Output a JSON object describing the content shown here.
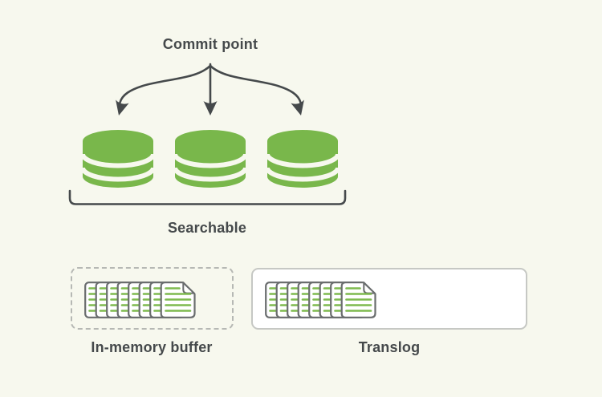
{
  "diagram": {
    "title": "Commit point and searchable segments diagram",
    "background_color": "#f7f8ee",
    "commit_point": {
      "label": "Commit point"
    },
    "searchable": {
      "label": "Searchable",
      "segment_count": 3
    },
    "in_memory_buffer": {
      "label": "In-memory buffer",
      "document_count": 8,
      "border_style": "dashed"
    },
    "translog": {
      "label": "Translog",
      "document_count": 8,
      "border_style": "solid"
    },
    "colors": {
      "segment_green": "#79b74b",
      "doc_line_green": "#7eba4f",
      "stroke_dark": "#45494b",
      "text_dark": "#45494b",
      "doc_outline_gray": "#6a6d6e",
      "translog_border": "#c6c8c4",
      "buffer_border": "#b6b8b4",
      "box_fill_white": "#ffffff"
    }
  }
}
